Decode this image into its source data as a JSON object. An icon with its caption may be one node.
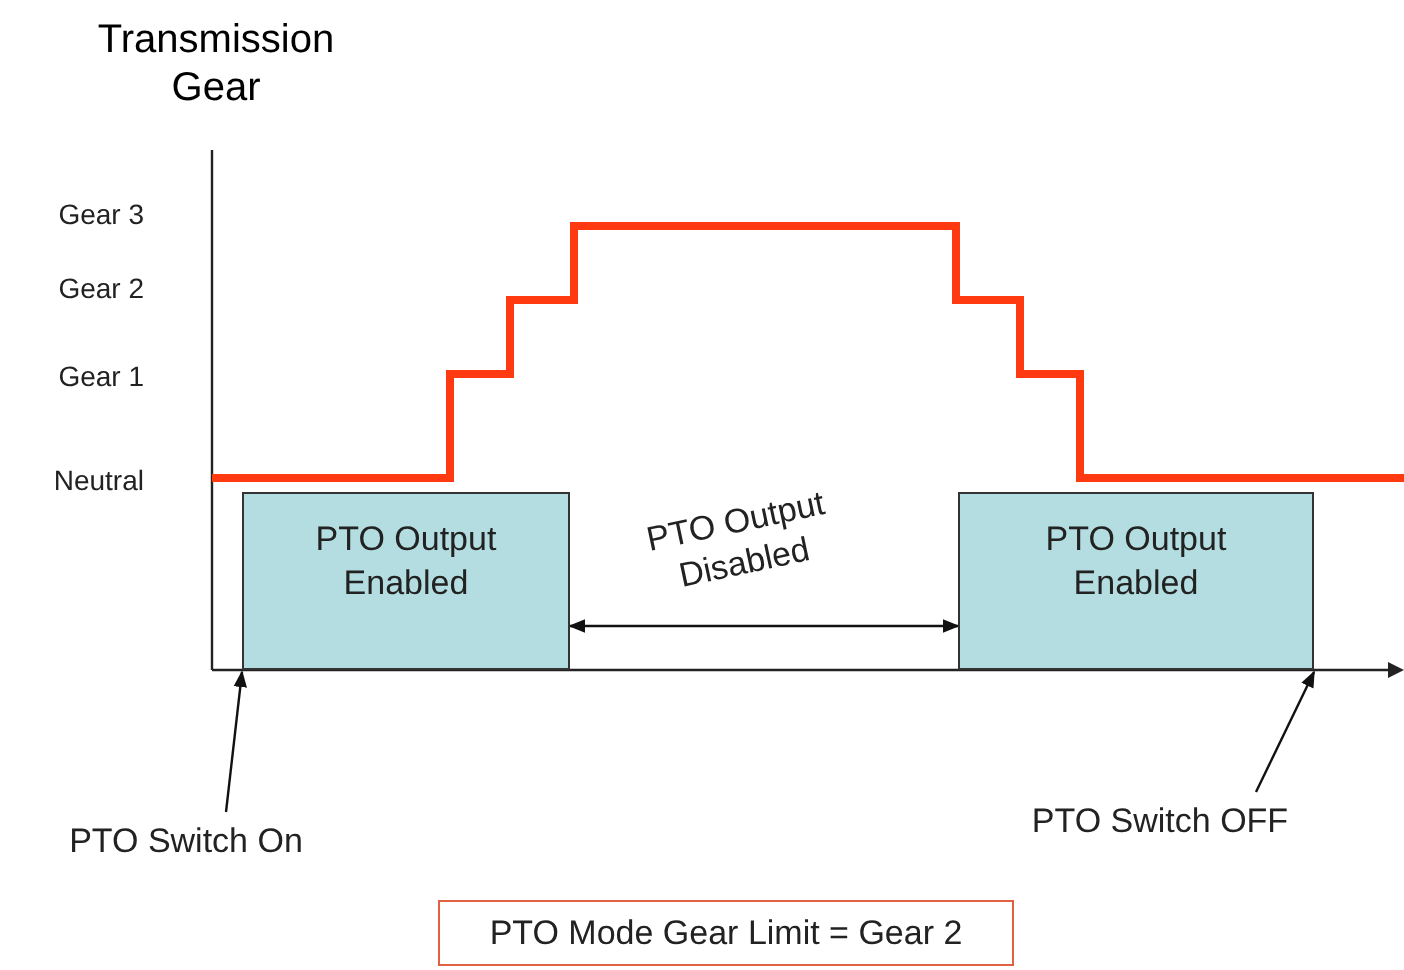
{
  "diagram": {
    "nodes": [
      {
        "text": [
          "PTO Output Enabled"
        ]
      },
      {
        "text": [
          "PTO Output Enabled"
        ]
      },
      {
        "text": [
          "PTO Switch On"
        ]
      },
      {
        "text": [
          "PTO Switch OFF"
        ]
      },
      {
        "text": [
          "PTO Mode Gear Limit = Gear 2"
        ]
      }
    ],
    "edges": [
      {
        "from": 0,
        "to": 1,
        "arrow": "both",
        "label": "PTO Output Disabled"
      },
      {
        "from": 2,
        "to": 0,
        "arrow": "to"
      },
      {
        "from": 3,
        "to": 1,
        "arrow": "to"
      }
    ],
    "labels": [
      "Transmission Gear",
      "Gear 3",
      "Gear 2",
      "Gear 1",
      "Neutral"
    ]
  }
}
